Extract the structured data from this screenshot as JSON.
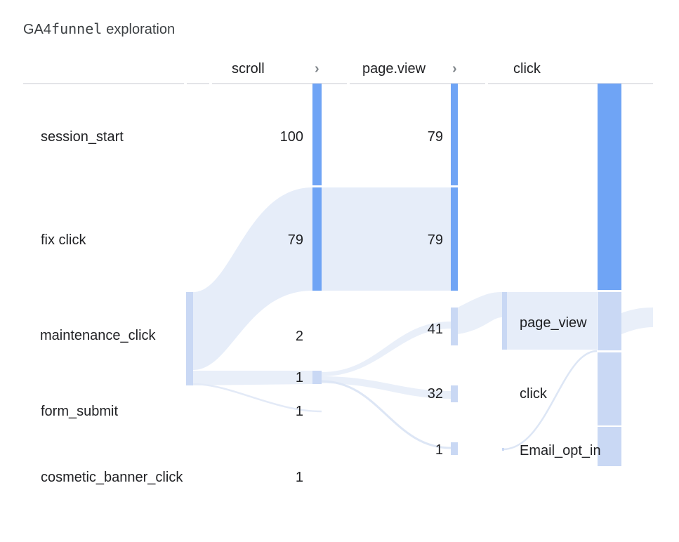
{
  "title": {
    "prefix": "GA4",
    "mono": "funnel",
    "suffix": "exploration"
  },
  "columns": [
    {
      "label": "scroll",
      "chevron": "›"
    },
    {
      "label": "page.view",
      "chevron": "›"
    },
    {
      "label": "click",
      "chevron": ""
    }
  ],
  "chart_data": {
    "type": "sankey",
    "title": "GA4funnel exploration",
    "steps": [
      "scroll",
      "page.view",
      "click"
    ],
    "rows": [
      {
        "label": "session_start",
        "scroll": 100,
        "page_view": 79
      },
      {
        "label": "fix click",
        "scroll": 79,
        "page_view": 79
      },
      {
        "label": "maintenance_click",
        "scroll": 2,
        "page_view": 41
      },
      {
        "label": "form_submit",
        "scroll": 1,
        "page_view": 32
      },
      {
        "label": "cosmetic_banner_click",
        "scroll": 1,
        "page_view": 1
      }
    ],
    "step_values": {
      "scroll": [
        100,
        79,
        2,
        1,
        1,
        1
      ],
      "page_view": [
        79,
        79,
        41,
        32,
        1
      ]
    },
    "click_nodes": [
      "page_view",
      "click",
      "Email_opt_in"
    ],
    "colors": {
      "primary": "#6fa4f5",
      "light": "#c9d8f4",
      "flow": "#e6edf9"
    }
  }
}
